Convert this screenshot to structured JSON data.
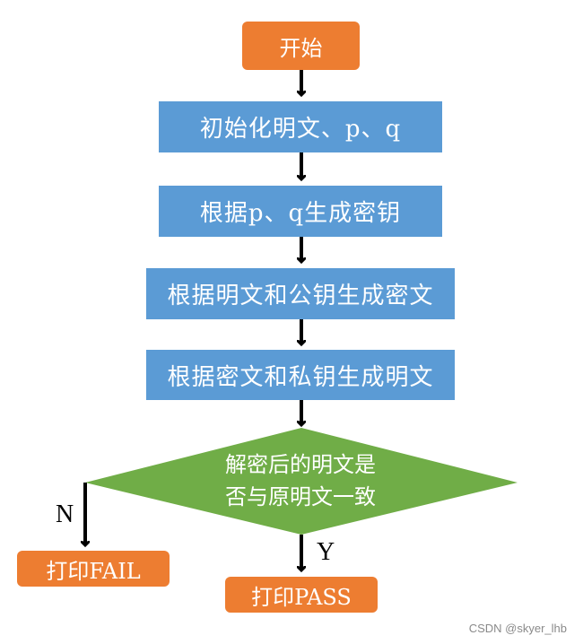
{
  "colors": {
    "terminal": "#ED7D31",
    "process": "#5B9BD5",
    "decision": "#70AD47",
    "arrow": "#000000"
  },
  "nodes": {
    "start": "开始",
    "init": "初始化明文、p、q",
    "keygen": "根据p、q生成密钥",
    "encrypt": "根据明文和公钥生成密文",
    "decrypt": "根据密文和私钥生成明文",
    "decision_line1": "解密后的明文是",
    "decision_line2": "否与原明文一致",
    "fail": "打印FAIL",
    "pass": "打印PASS"
  },
  "edges": {
    "no_label": "N",
    "yes_label": "Y"
  },
  "watermark": "CSDN @skyer_lhb"
}
